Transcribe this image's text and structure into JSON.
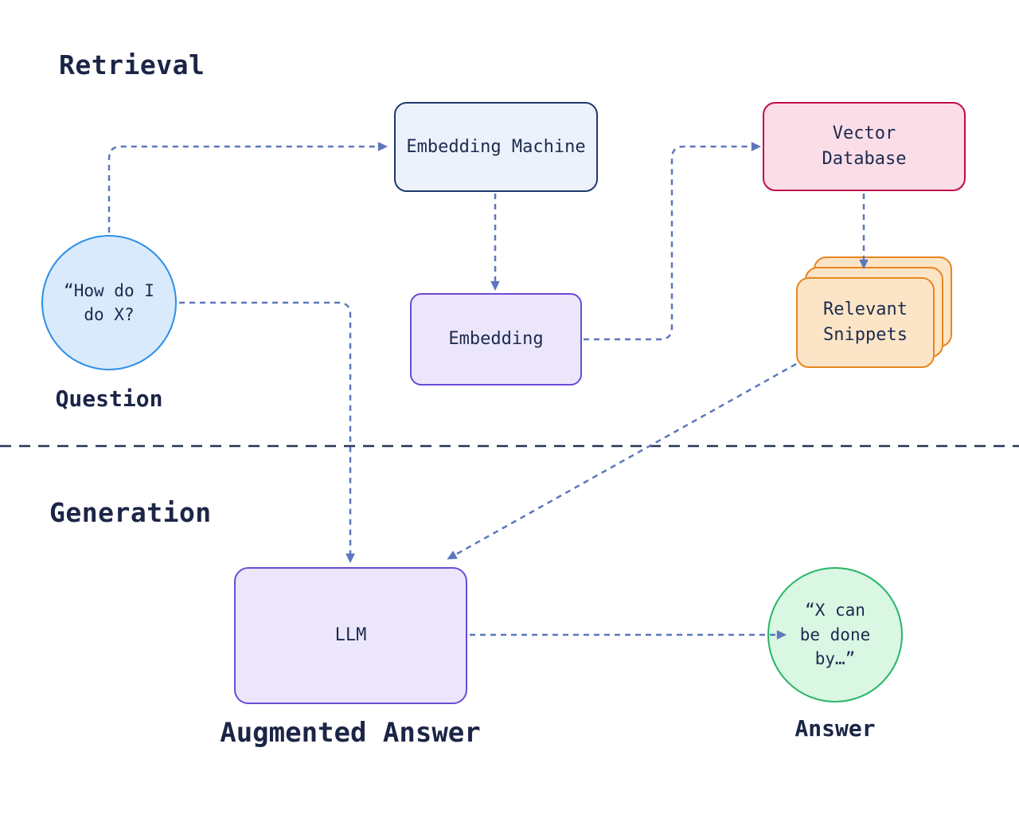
{
  "sections": {
    "retrieval": "Retrieval",
    "generation": "Generation"
  },
  "nodes": {
    "embedding_machine": {
      "label": "Embedding Machine"
    },
    "vector_database": {
      "label": "Vector\nDatabase"
    },
    "question": {
      "bubble_text": "“How do I\ndo X?",
      "caption": "Question"
    },
    "embedding": {
      "label": "Embedding"
    },
    "relevant_snippets": {
      "label": "Relevant\nSnippets"
    },
    "llm": {
      "label": "LLM",
      "caption": "Augmented Answer"
    },
    "answer": {
      "bubble_text": "“X can\nbe done\nby…”",
      "caption": "Answer"
    }
  },
  "colors": {
    "background": "#ffffff",
    "text": "#1c2b4f",
    "heading_text": "#1b2546",
    "connector": "#5d77bb",
    "divider": "#263352",
    "blue_box_fill": "#ecf2fb",
    "blue_box_border": "#1d3a6e",
    "pink_box_fill": "#fbdde8",
    "pink_box_border": "#bf0d45",
    "purple_box_fill": "#ece6fb",
    "purple_box_border": "#6b4bd6",
    "orange_card_fill": "#fce5c7",
    "orange_card_border": "#e8861f",
    "question_circle_fill": "#d8eafb",
    "question_circle_border": "#2e8fe8",
    "answer_circle_fill": "#d9f7e3",
    "answer_circle_border": "#27b566"
  }
}
